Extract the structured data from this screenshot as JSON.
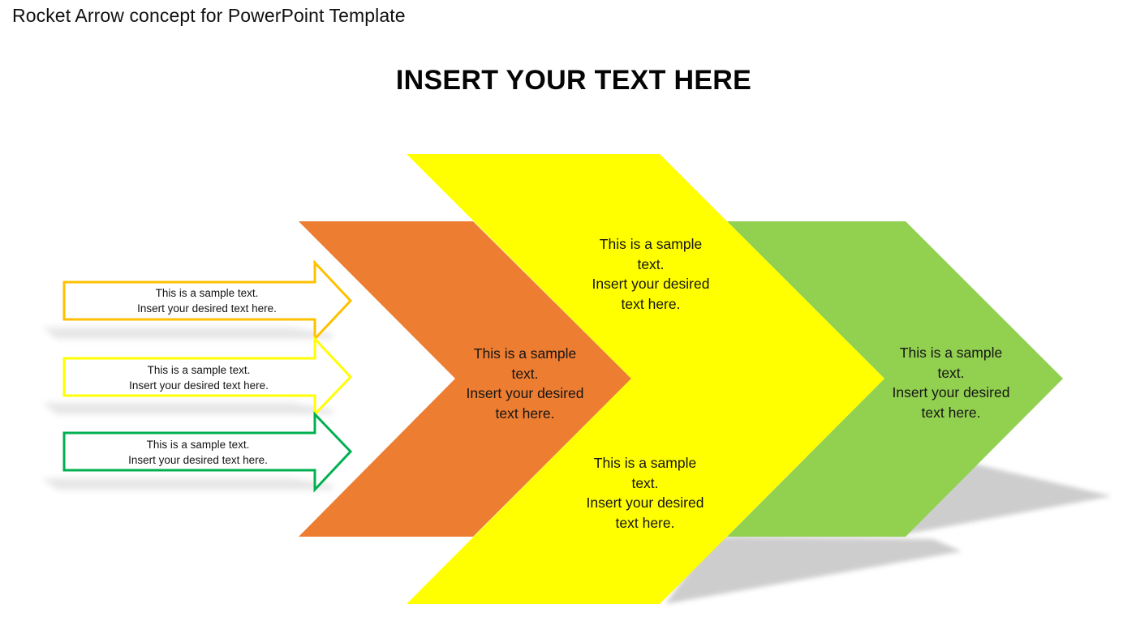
{
  "page": {
    "title": "Rocket Arrow concept for PowerPoint Template"
  },
  "slide": {
    "heading": "INSERT YOUR TEXT HERE",
    "colors": {
      "orange": "#ED7D31",
      "yellow": "#FFFF00",
      "green": "#92D050",
      "amber_outline": "#FFC000",
      "yellow_outline": "#FFFF00",
      "green_outline": "#00B050",
      "shadow": "#CFCFCF"
    },
    "small_arrows": [
      {
        "line1": "This is a sample text.",
        "line2": "Insert your desired text here.",
        "color": "amber"
      },
      {
        "line1": "This is a sample text.",
        "line2": "Insert your desired text here.",
        "color": "yellow"
      },
      {
        "line1": "This is a sample text.",
        "line2": "Insert your desired text here.",
        "color": "green"
      }
    ],
    "chevrons": {
      "orange": {
        "line1": "This is a sample",
        "line2": "text.",
        "line3": "Insert your desired",
        "line4": "text here."
      },
      "yellow_top": {
        "line1": "This is a sample",
        "line2": "text.",
        "line3": "Insert your desired",
        "line4": "text here."
      },
      "yellow_bottom": {
        "line1": "This is a sample",
        "line2": "text.",
        "line3": "Insert your desired",
        "line4": "text here."
      },
      "green": {
        "line1": "This is a sample",
        "line2": "text.",
        "line3": "Insert your desired",
        "line4": "text here."
      }
    }
  }
}
